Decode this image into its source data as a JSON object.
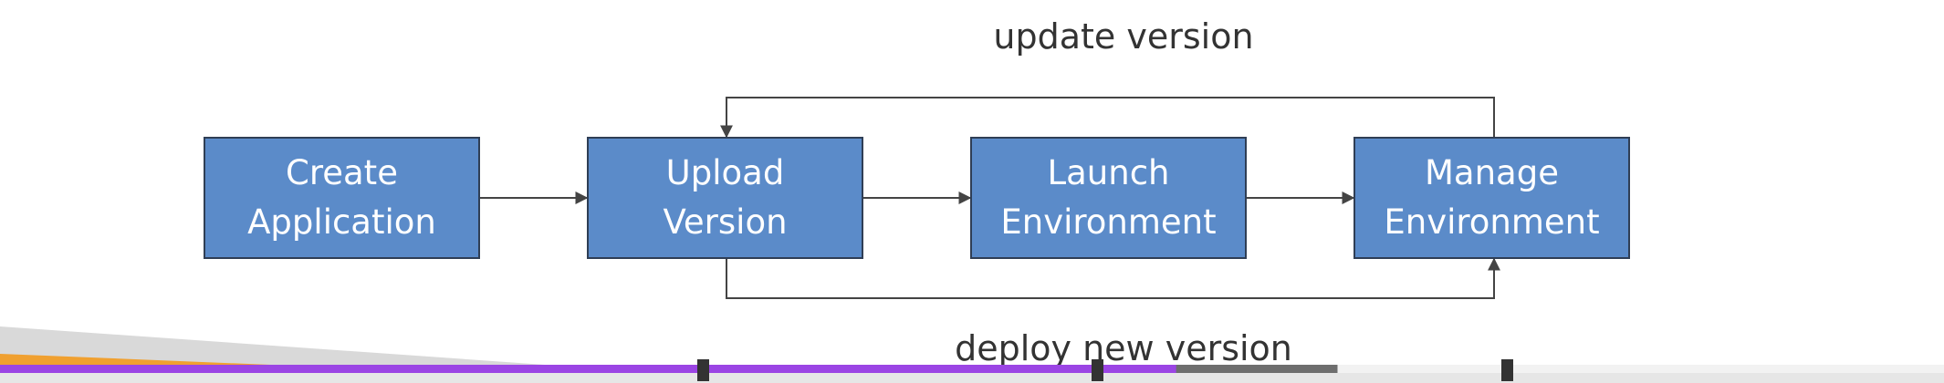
{
  "diagram": {
    "nodes": [
      {
        "id": "create",
        "line1": "Create",
        "line2": "Application"
      },
      {
        "id": "upload",
        "line1": "Upload",
        "line2": "Version"
      },
      {
        "id": "launch",
        "line1": "Launch",
        "line2": "Environment"
      },
      {
        "id": "manage",
        "line1": "Manage",
        "line2": "Environment"
      }
    ],
    "labels": {
      "update": "update version",
      "deploy": "deploy new version"
    },
    "edges": [
      {
        "from": "create",
        "to": "upload"
      },
      {
        "from": "upload",
        "to": "launch"
      },
      {
        "from": "launch",
        "to": "manage"
      },
      {
        "from": "manage",
        "to": "upload",
        "label": "update version"
      },
      {
        "from": "upload",
        "to": "manage",
        "label": "deploy new version"
      }
    ]
  },
  "colors": {
    "box_fill": "#5b8bc9",
    "box_border": "#2f3e55",
    "arrow": "#444444",
    "progress_played": "#9b45e4",
    "progress_buffered": "#6e6e6e",
    "orange_accent": "#f0a030"
  },
  "player": {
    "progress_played": 0.605,
    "progress_buffered": 0.688
  }
}
